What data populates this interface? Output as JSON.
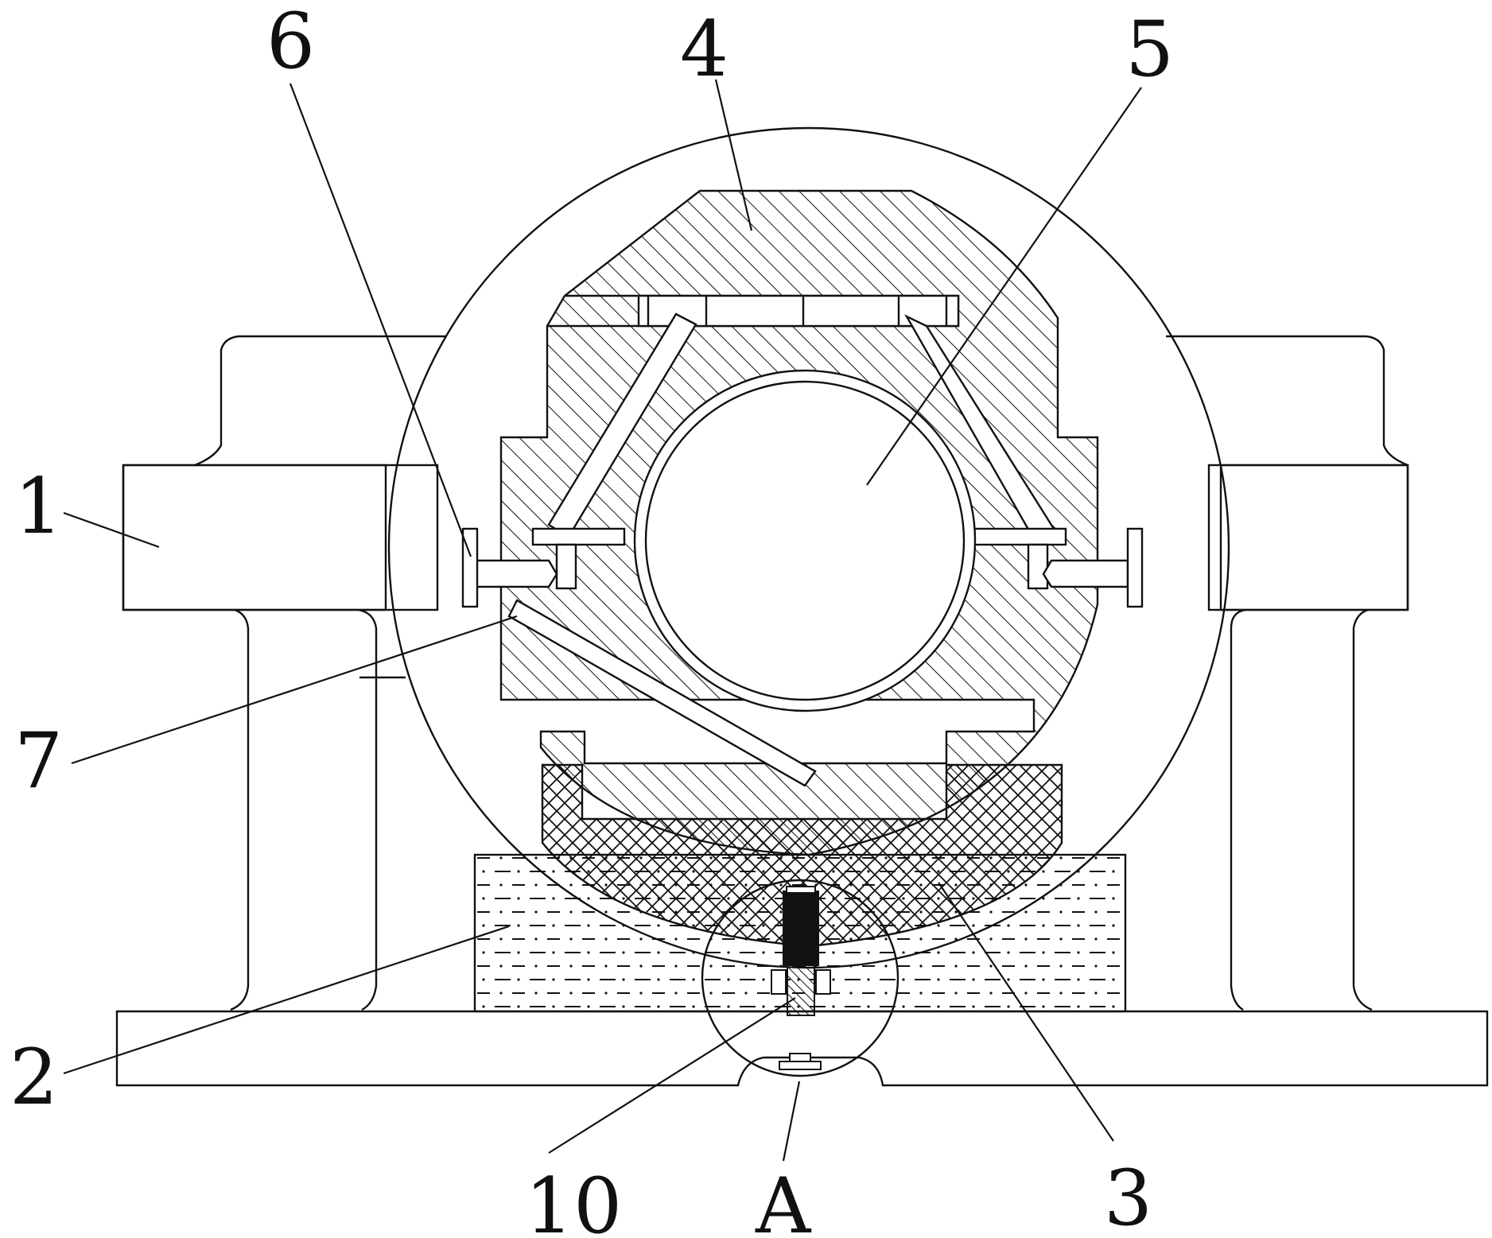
{
  "labels": {
    "l1": "1",
    "l2": "2",
    "l3": "3",
    "l4": "4",
    "l5": "5",
    "l6": "6",
    "l7": "7",
    "l10": "10",
    "lA": "A"
  },
  "colors": {
    "line": "#111111",
    "background": "#ffffff"
  }
}
